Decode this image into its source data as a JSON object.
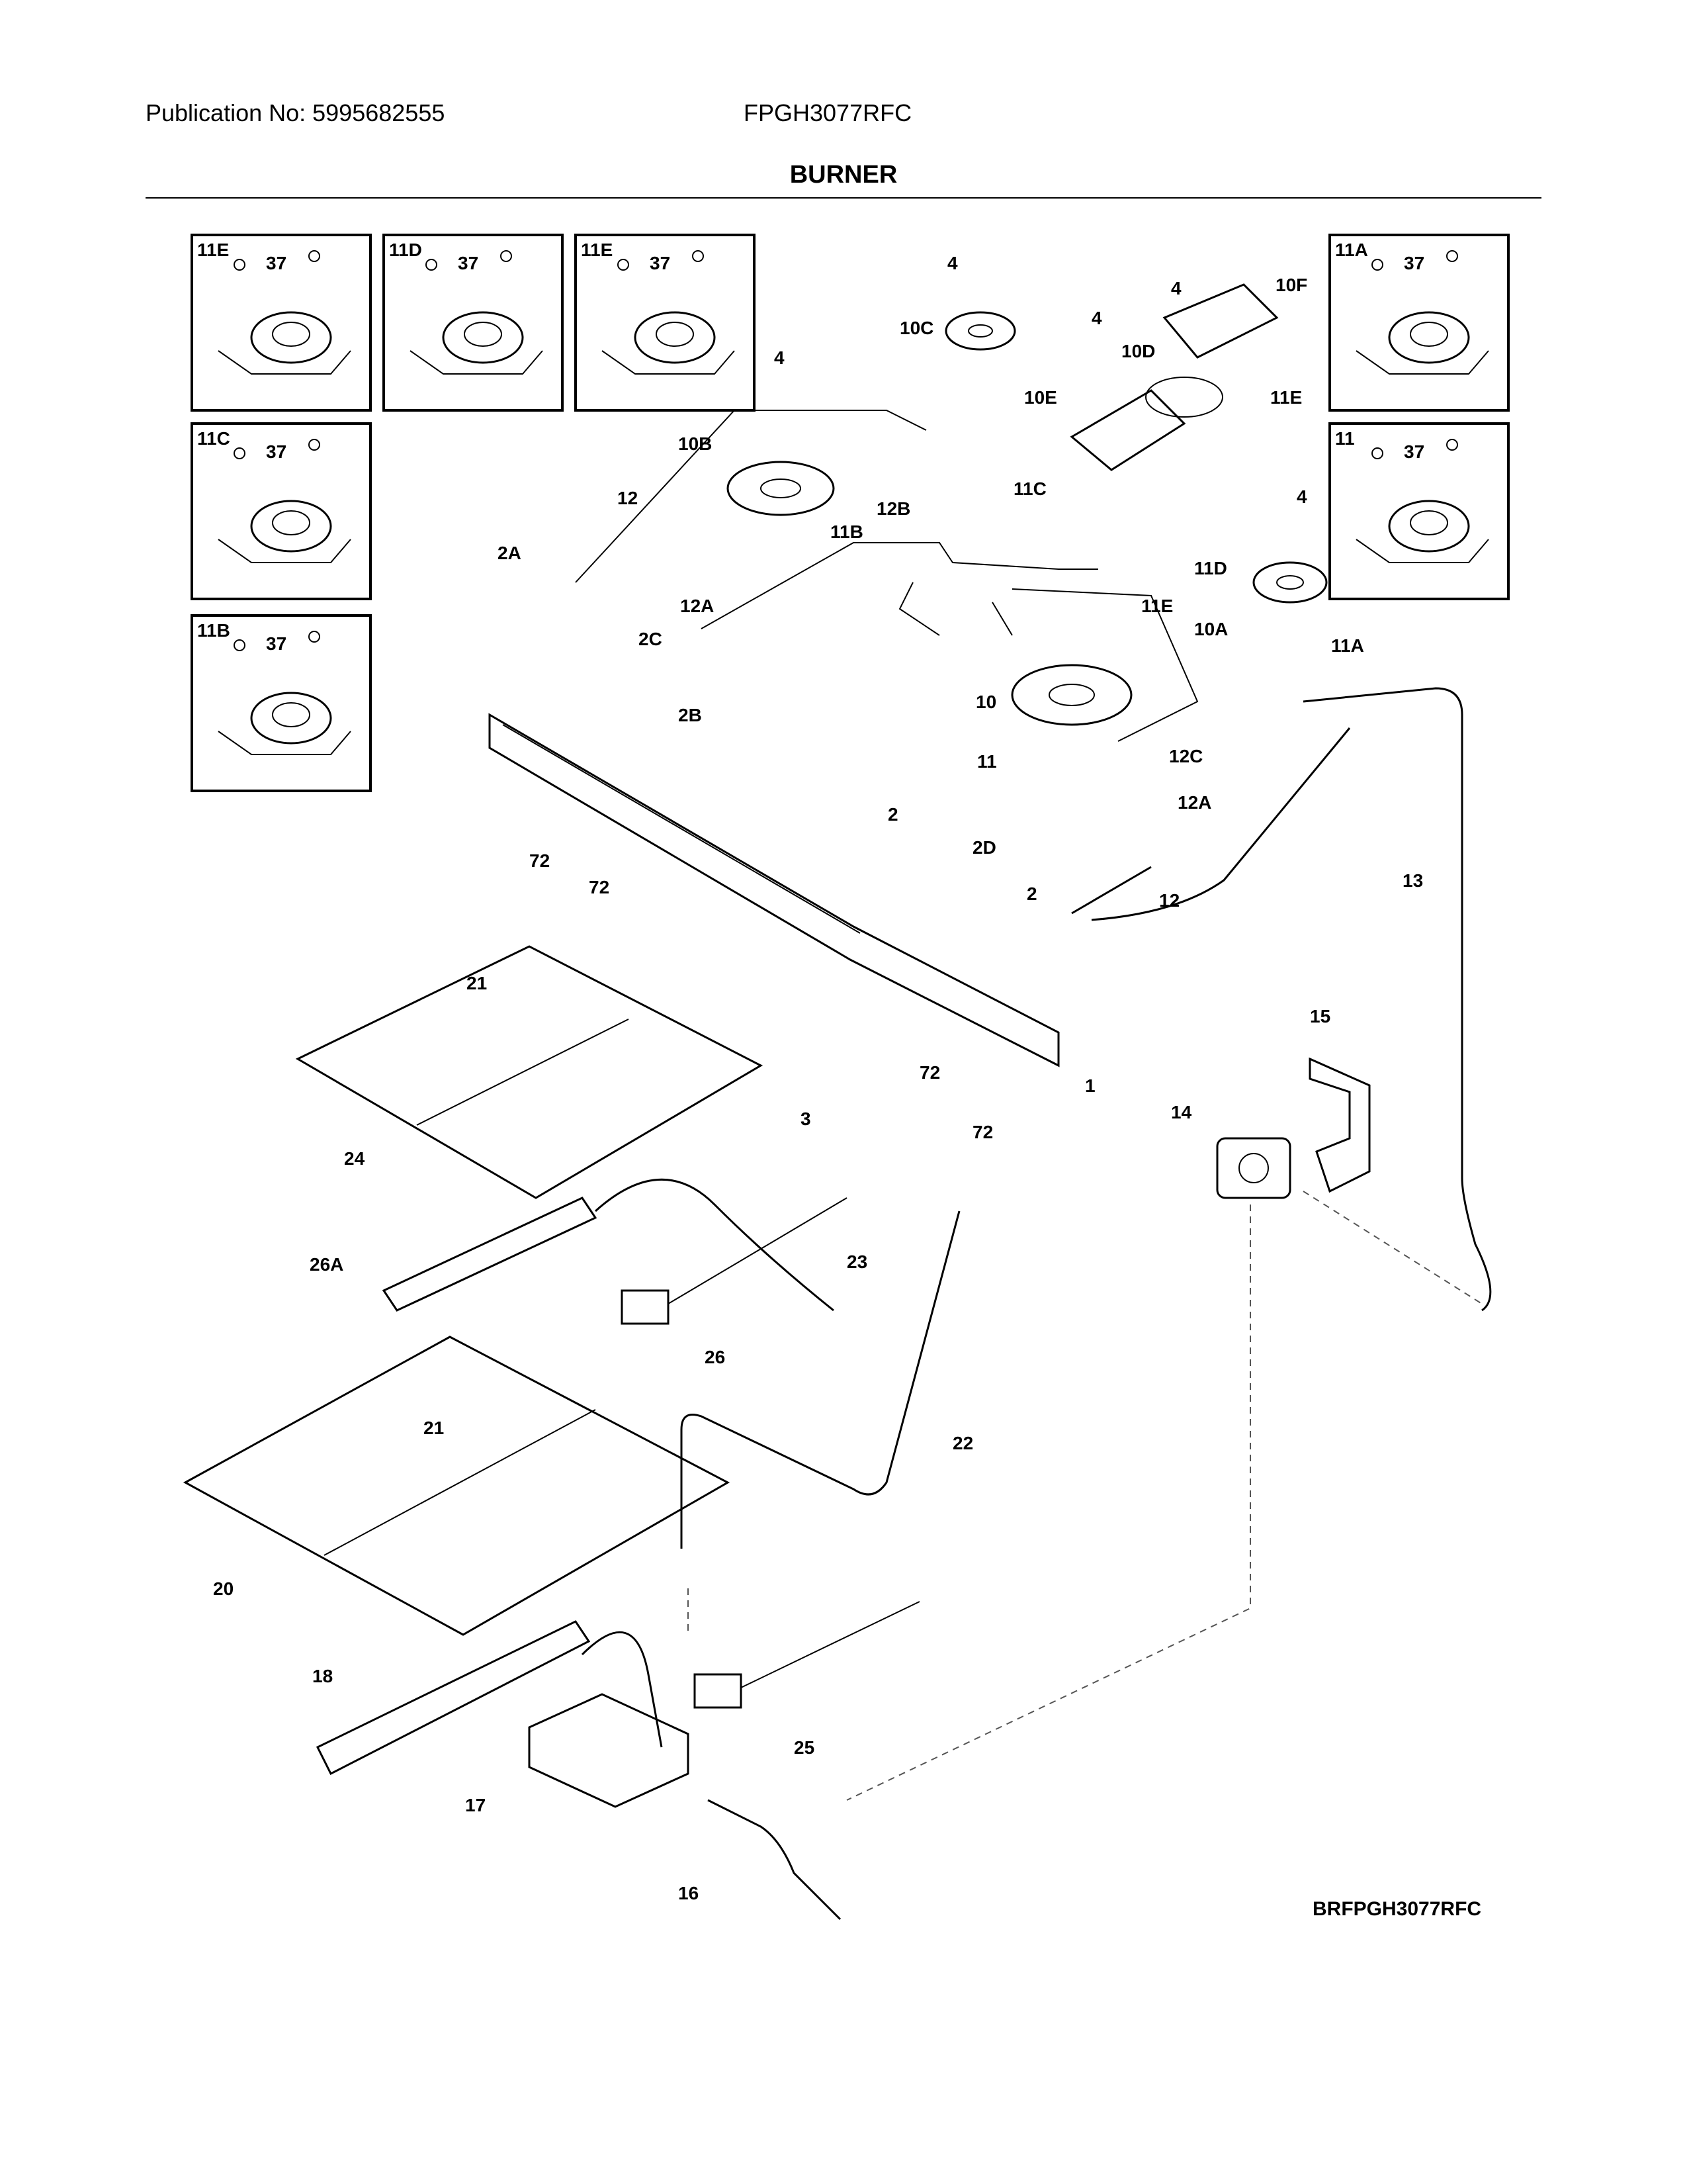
{
  "header": {
    "publication": "Publication No: 5995682555",
    "model": "FPGH3077RFC",
    "title": "BURNER"
  },
  "diagram_code": "BRFPGH3077RFC",
  "insets": [
    {
      "part": "11E",
      "screw": "37"
    },
    {
      "part": "11D",
      "screw": "37"
    },
    {
      "part": "11E",
      "screw": "37"
    },
    {
      "part": "11C",
      "screw": "37"
    },
    {
      "part": "11B",
      "screw": "37"
    },
    {
      "part": "11A",
      "screw": "37"
    },
    {
      "part": "11",
      "screw": "37"
    }
  ],
  "callouts": [
    "1",
    "2",
    "2",
    "2A",
    "2B",
    "2C",
    "2D",
    "3",
    "4",
    "4",
    "4",
    "4",
    "4",
    "10",
    "10A",
    "10B",
    "10C",
    "10D",
    "10E",
    "10F",
    "11",
    "11A",
    "11B",
    "11C",
    "11D",
    "11E",
    "11E",
    "12",
    "12",
    "12A",
    "12A",
    "12B",
    "12C",
    "13",
    "14",
    "15",
    "16",
    "17",
    "18",
    "20",
    "21",
    "21",
    "22",
    "23",
    "24",
    "25",
    "26",
    "26A",
    "72",
    "72",
    "72",
    "72"
  ]
}
